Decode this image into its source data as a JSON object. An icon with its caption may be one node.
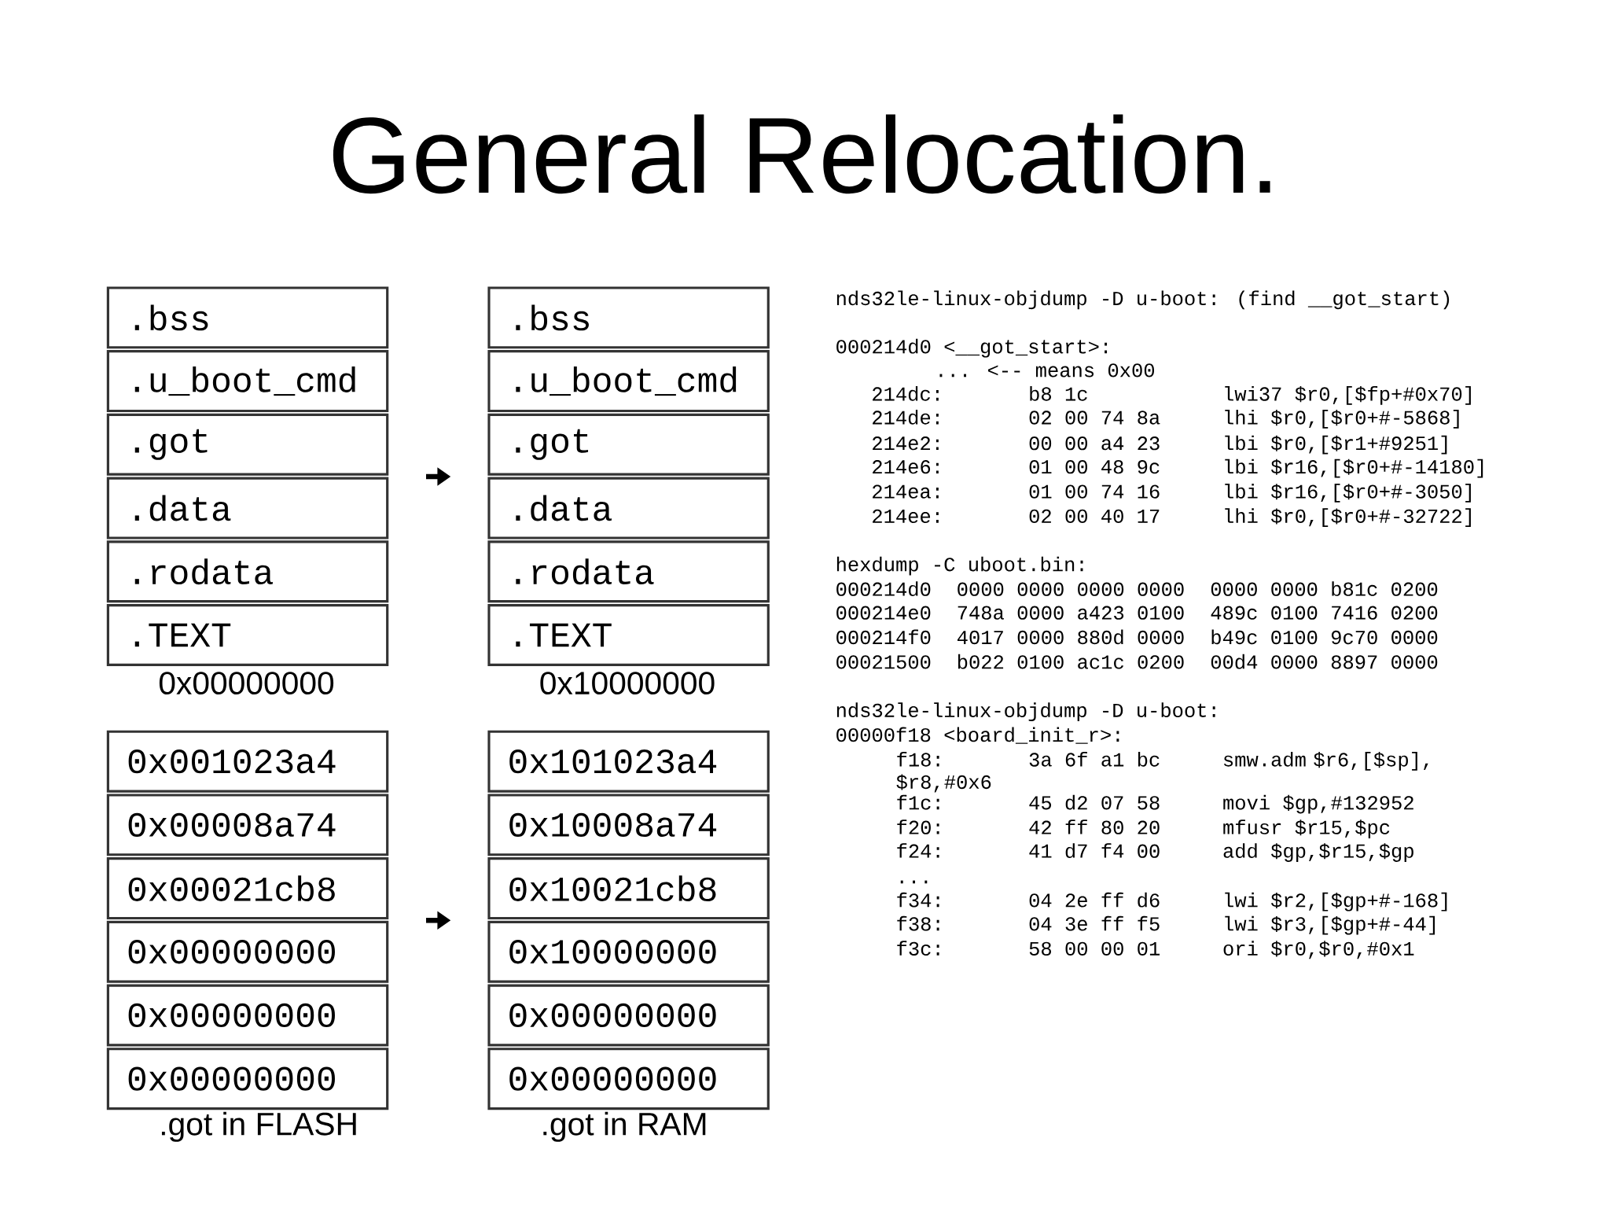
{
  "diagram": {
    "title": "General Relocation.",
    "nodes": [
      {
        "text": [
          ".bss"
        ]
      },
      {
        "text": [
          ".u_boot_cmd"
        ]
      },
      {
        "text": [
          ".got"
        ]
      },
      {
        "text": [
          ".data"
        ]
      },
      {
        "text": [
          ".rodata"
        ]
      },
      {
        "text": [
          ".TEXT"
        ]
      },
      {
        "text": [
          ".bss"
        ]
      },
      {
        "text": [
          ".u_boot_cmd"
        ]
      },
      {
        "text": [
          ".got"
        ]
      },
      {
        "text": [
          ".data"
        ]
      },
      {
        "text": [
          ".rodata"
        ]
      },
      {
        "text": [
          ".TEXT"
        ]
      },
      {
        "text": [
          "0x001023a4"
        ]
      },
      {
        "text": [
          "0x00008a74"
        ]
      },
      {
        "text": [
          "0x00021cb8"
        ]
      },
      {
        "text": [
          "0x00000000"
        ]
      },
      {
        "text": [
          "0x00000000"
        ]
      },
      {
        "text": [
          "0x00000000"
        ]
      },
      {
        "text": [
          "0x101023a4"
        ]
      },
      {
        "text": [
          "0x10008a74"
        ]
      },
      {
        "text": [
          "0x10021cb8"
        ]
      },
      {
        "text": [
          "0x10000000"
        ]
      },
      {
        "text": [
          "0x00000000"
        ]
      },
      {
        "text": [
          "0x00000000"
        ]
      }
    ],
    "labels": [
      "0x00000000",
      "0x10000000",
      ".got in FLASH",
      ".got in RAM",
      "nds32le-linux-objdump -D u-boot: (find __got_start)",
      "000214d0 <__got_start>:",
      "... <-- means 0x00",
      "214dc:",
      "b8 1c",
      "lwi37 $r0,[$fp+#0x70]",
      "214de:",
      "02 00 74 8a",
      "lhi $r0,[$r0+#-5868]",
      "214e2:",
      "00 00 a4 23",
      "lbi $r0,[$r1+#9251]",
      "214e6:",
      "01 00 48 9c",
      "lbi $r16,[$r0+#-14180]",
      "214ea:",
      "01 00 74 16",
      "lbi $r16,[$r0+#-3050]",
      "214ee:",
      "02 00 40 17",
      "lhi $r0,[$r0+#-32722]",
      "hexdump -C uboot.bin:",
      "000214d0",
      "0000 0000 0000 0000",
      "0000 0000 b81c 0200",
      "000214e0",
      "748a 0000 a423 0100",
      "489c 0100 7416 0200",
      "000214f0",
      "4017 0000 880d 0000",
      "b49c 0100 9c70 0000",
      "00021500",
      "b022 0100 ac1c 0200",
      "00d4 0000 8897 0000",
      "nds32le-linux-objdump -D u-boot:",
      "00000f18 <board_init_r>:",
      "f18:",
      "3a 6f a1 bc",
      "smw.adm $r6,[$sp], $r8,#0x6",
      "f1c:",
      "45 d2 07 58",
      "movi $gp,#132952",
      "f20:",
      "42 ff 80 20",
      "mfusr $r15,$pc",
      "f24:",
      "41 d7 f4 00",
      "add $gp,$r15,$gp",
      "...",
      "f34:",
      "04 2e ff d6",
      "lwi $r2,[$gp+#-168]",
      "f38:",
      "04 3e ff f5",
      "lwi $r3,[$gp+#-44]",
      "f3c:",
      "58 00 00 01",
      "ori $r0,$r0,#0x1"
    ]
  }
}
